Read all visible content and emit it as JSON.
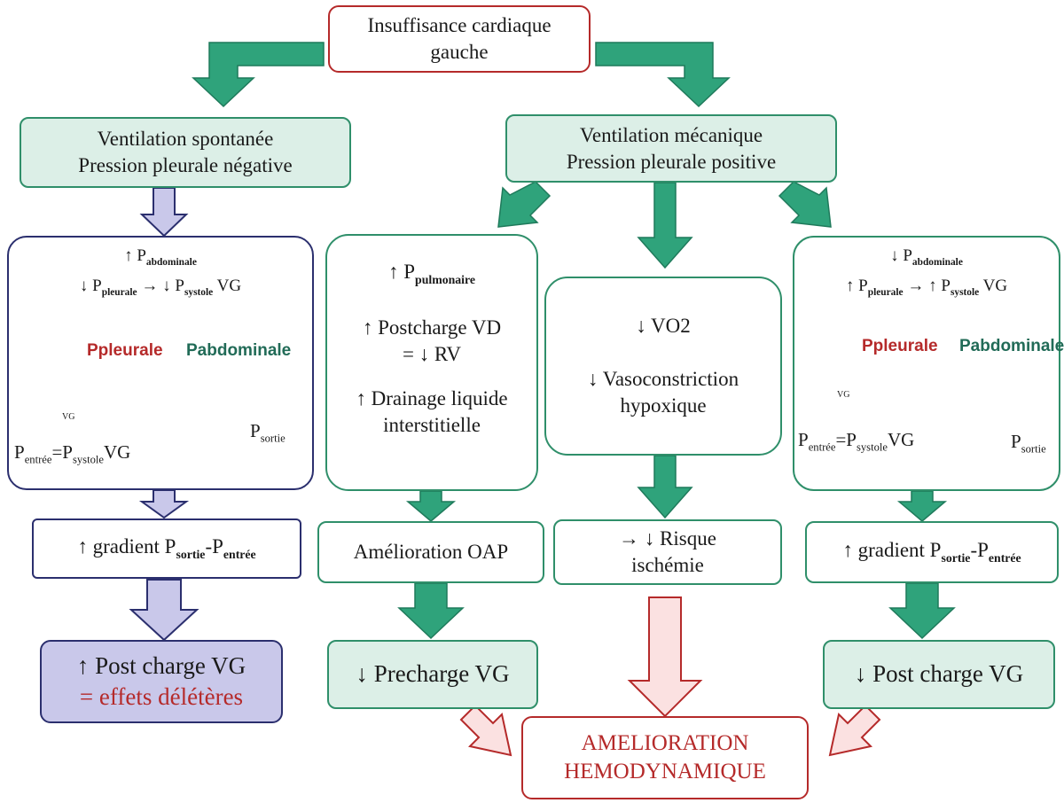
{
  "top": {
    "line1": "Insuffisance cardiaque",
    "line2": "gauche"
  },
  "left": {
    "header_line1": "Ventilation spontanée",
    "header_line2": "Pression pleurale négative",
    "mech": {
      "row1_arrow": "↑ P",
      "row1_sub": "abdominale",
      "row2_arrow": "↓ P",
      "row2_sub": "pleurale",
      "row2_mid": " → ↓ P",
      "row2_sub2": "systole",
      "row2_end": " VG",
      "ppleurale": "Ppleurale",
      "pabdominale": "Pabdominale",
      "vg": "VG",
      "p_entree": "P",
      "p_entree_sub": "entrée",
      "p_eq": "=P",
      "p_systole_sub": "systole",
      "p_vg": "VG",
      "p_sortie": "P",
      "p_sortie_sub": "sortie"
    },
    "gradient_pre": "↑ gradient P",
    "gradient_sub1": "sortie",
    "gradient_mid": "-P",
    "gradient_sub2": "entrée",
    "result_line1": "↑ Post charge VG",
    "result_line2": "= effets délétères"
  },
  "center": {
    "header_line1": "Ventilation mécanique",
    "header_line2": "Pression pleurale positive",
    "col1": {
      "l1_pre": "↑ P",
      "l1_sub": "pulmonaire",
      "l2": "↑  Postcharge VD",
      "l3": "= ↓ RV",
      "l4": "↑  Drainage liquide",
      "l5": "interstitielle"
    },
    "col1_out": "Amélioration OAP",
    "col1_result": "↓ Precharge VG",
    "col2": {
      "l1": "↓ VO2",
      "l2": "↓ Vasoconstriction",
      "l3": "hypoxique"
    },
    "col2_out_line1": "→ ↓ Risque",
    "col2_out_line2": "ischémie"
  },
  "right": {
    "mech": {
      "row1_arrow": "↓ P",
      "row1_sub": "abdominale",
      "row2_arrow": "↑ P",
      "row2_sub": "pleurale",
      "row2_mid": " → ↑ P",
      "row2_sub2": "systole",
      "row2_end": " VG",
      "ppleurale": "Ppleurale",
      "pabdominale": "Pabdominale",
      "vg": "VG",
      "p_entree": "P",
      "p_entree_sub": "entrée",
      "p_eq": "=P",
      "p_systole_sub": "systole",
      "p_vg": "VG",
      "p_sortie": "P",
      "p_sortie_sub": "sortie"
    },
    "gradient_pre": "↑ gradient P",
    "gradient_sub1": "sortie",
    "gradient_mid": "-P",
    "gradient_sub2": "entrée",
    "result": "↓ Post charge VG"
  },
  "final": {
    "line1": "AMELIORATION",
    "line2": "HEMODYNAMIQUE"
  },
  "colors": {
    "green_arrow": "#2fa37b",
    "navy_arrow": "#c9c8ea",
    "red_arrow": "#fbe1e1",
    "red": "#b52a2a",
    "dark_green": "#216b57"
  }
}
